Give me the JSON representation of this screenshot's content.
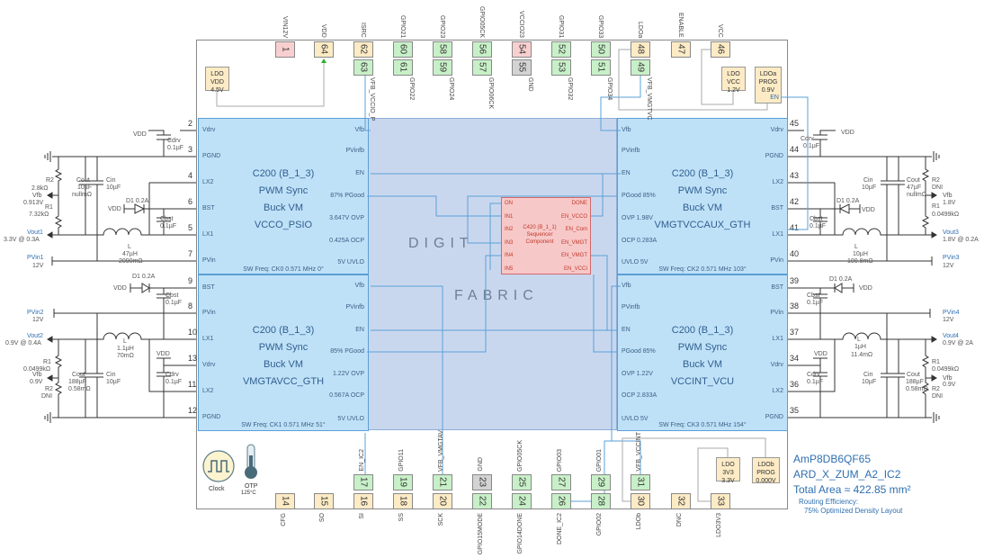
{
  "colors": {
    "power_pin": "#f8cfcf",
    "config_pin": "#fcebc5",
    "io_pin": "#c8f0c8",
    "ground_pin": "#d3d3d3",
    "block": "#bfe1f8",
    "fabric": "#c9d7ee",
    "sequencer": "#f7c8c8",
    "wire": "#5aa0d8",
    "accent": "#2f6fb0"
  },
  "top_pins_row1": [
    {
      "num": "1",
      "label": "VIN12V",
      "type": "power_pin"
    },
    {
      "num": "64",
      "label": "VDD",
      "type": "config_pin"
    },
    {
      "num": "62",
      "label": "ISRC",
      "type": "config_pin"
    },
    {
      "num": "60",
      "label": "GPIO21",
      "type": "io_pin"
    },
    {
      "num": "58",
      "label": "GPIO23",
      "type": "io_pin"
    },
    {
      "num": "56",
      "label": "GPIO05CK",
      "type": "io_pin"
    },
    {
      "num": "54",
      "label": "VCCIO23",
      "type": "power_pin"
    },
    {
      "num": "52",
      "label": "GPIO31",
      "type": "io_pin"
    },
    {
      "num": "50",
      "label": "GPIO33",
      "type": "io_pin"
    },
    {
      "num": "48",
      "label": "LDOa",
      "type": "config_pin"
    },
    {
      "num": "47",
      "label": "ENABLE",
      "type": "config_pin"
    },
    {
      "num": "46",
      "label": "VCC",
      "type": "config_pin"
    }
  ],
  "top_pins_row2": [
    {
      "num": "63",
      "label": "VFB_VCCIO_P",
      "type": "io_pin"
    },
    {
      "num": "61",
      "label": "GPIO22",
      "type": "io_pin"
    },
    {
      "num": "59",
      "label": "GPIO24",
      "type": "io_pin"
    },
    {
      "num": "57",
      "label": "GPIO06CK",
      "type": "io_pin"
    },
    {
      "num": "55",
      "label": "GND",
      "type": "ground_pin"
    },
    {
      "num": "53",
      "label": "GPIO32",
      "type": "io_pin"
    },
    {
      "num": "51",
      "label": "GPIO34",
      "type": "io_pin"
    },
    {
      "num": "49",
      "label": "VFB_VMGTVC",
      "type": "io_pin"
    }
  ],
  "bottom_pins_row1": [
    {
      "num": "17",
      "label": "EN_IC2",
      "type": "io_pin"
    },
    {
      "num": "19",
      "label": "GPIO11",
      "type": "io_pin"
    },
    {
      "num": "21",
      "label": "VFB_VMGTAV",
      "type": "io_pin"
    },
    {
      "num": "23",
      "label": "GND",
      "type": "ground_pin"
    },
    {
      "num": "25",
      "label": "GPIO05CK",
      "type": "io_pin"
    },
    {
      "num": "27",
      "label": "GPIO03",
      "type": "io_pin"
    },
    {
      "num": "29",
      "label": "GPIO01",
      "type": "io_pin"
    },
    {
      "num": "31",
      "label": "VFB_VCCINT",
      "type": "io_pin"
    }
  ],
  "bottom_pins_row2": [
    {
      "num": "14",
      "label": "CFG",
      "type": "config_pin"
    },
    {
      "num": "15",
      "label": "SO",
      "type": "config_pin"
    },
    {
      "num": "16",
      "label": "SI",
      "type": "config_pin"
    },
    {
      "num": "18",
      "label": "SS",
      "type": "config_pin"
    },
    {
      "num": "20",
      "label": "SCK",
      "type": "config_pin"
    },
    {
      "num": "22",
      "label": "GPIO15MODE",
      "type": "io_pin"
    },
    {
      "num": "24",
      "label": "GPIO14DONE",
      "type": "io_pin"
    },
    {
      "num": "26",
      "label": "DONE_IC2",
      "type": "io_pin"
    },
    {
      "num": "28",
      "label": "GPIO02",
      "type": "io_pin"
    },
    {
      "num": "30",
      "label": "LDOb",
      "type": "config_pin"
    },
    {
      "num": "32",
      "label": "DNC",
      "type": "config_pin"
    },
    {
      "num": "33",
      "label": "LDO3V3",
      "type": "config_pin"
    }
  ],
  "blocks": [
    {
      "title": [
        "C200 (B_1_3)",
        "PWM Sync",
        "Buck VM",
        "VCCO_PSIO"
      ],
      "outer_pins": [
        [
          "2",
          "Vdrv"
        ],
        [
          "3",
          "PGND"
        ],
        [
          "4",
          "LX2"
        ],
        [
          "6",
          "BST"
        ],
        [
          "5",
          "LX1"
        ],
        [
          "7",
          "PVin"
        ]
      ],
      "inner_pins": [
        "Vfb",
        "PVinfb",
        "EN",
        "87% PGood",
        "3.647V OVP",
        "0.425A OCP",
        "5V UVLO"
      ],
      "sw_freq": "SW Freq: CK0 0.571 MHz 0°"
    },
    {
      "title": [
        "C200 (B_1_3)",
        "PWM Sync",
        "Buck VM",
        "VMGTAVCC_GTH"
      ],
      "outer_pins": [
        [
          "9",
          "BST"
        ],
        [
          "8",
          "PVin"
        ],
        [
          "10",
          "LX1"
        ],
        [
          "13",
          "Vdrv"
        ],
        [
          "11",
          "LX2"
        ],
        [
          "12",
          "PGND"
        ]
      ],
      "inner_pins": [
        "Vfb",
        "PVinfb",
        "EN",
        "85% PGood",
        "1.22V OVP",
        "0.567A OCP",
        "5V UVLO"
      ],
      "sw_freq": "SW Freq: CK1 0.571 MHz 51°"
    },
    {
      "title": [
        "C200 (B_1_3)",
        "PWM Sync",
        "Buck VM",
        "VMGTVCCAUX_GTH"
      ],
      "outer_pins": [
        [
          "45",
          "Vdrv"
        ],
        [
          "44",
          "PGND"
        ],
        [
          "43",
          "LX2"
        ],
        [
          "42",
          "BST"
        ],
        [
          "41",
          "LX1"
        ],
        [
          "40",
          "PVin"
        ]
      ],
      "inner_pins": [
        "Vfb",
        "PVinfb",
        "EN",
        "PGood 85%",
        "OVP 1.98V",
        "OCP 0.283A",
        "UVLO 5V"
      ],
      "sw_freq": "SW Freq: CK2 0.571 MHz 103°"
    },
    {
      "title": [
        "C200 (B_1_3)",
        "PWM Sync",
        "Buck VM",
        "VCCINT_VCU"
      ],
      "outer_pins": [
        [
          "39",
          "BST"
        ],
        [
          "38",
          "PVin"
        ],
        [
          "37",
          "LX1"
        ],
        [
          "34",
          "Vdrv"
        ],
        [
          "36",
          "LX2"
        ],
        [
          "35",
          "PGND"
        ]
      ],
      "inner_pins": [
        "Vfb",
        "PVinfb",
        "EN",
        "PGood 85%",
        "OVP 1.22V",
        "OCP 2.833A",
        "UVLO 5V"
      ],
      "sw_freq": "SW Freq: CK3 0.571 MHz 154°"
    }
  ],
  "fabric": {
    "word1": "DIGIT",
    "word2": "FABRIC"
  },
  "sequencer": {
    "title": [
      "C420 (B_1_1)",
      "Sequencer",
      "Component"
    ],
    "inputs": [
      "ON",
      "IN1",
      "IN2",
      "IN3",
      "IN4",
      "IN5"
    ],
    "outputs": [
      "DONE",
      "EN_VCCO",
      "EN_Com",
      "EN_VMGT",
      "EN_VMGT",
      "EN_VCCI"
    ]
  },
  "ldos": {
    "vdd": [
      "LDO",
      "VDD",
      "4.5V"
    ],
    "vcc": [
      "LDO",
      "VCC",
      "1.2V"
    ],
    "ldoa": [
      "LDOa",
      "PROG",
      "0.9V"
    ],
    "ldoa_en": "EN",
    "v3v3": [
      "LDO",
      "3V3",
      "3.3V"
    ],
    "ldob": [
      "LDOb",
      "PROG",
      "0.000V"
    ]
  },
  "clock": {
    "label": "Clock",
    "icon": "square-wave-icon"
  },
  "otp": {
    "label": "OTP",
    "temp": "125°C",
    "icon": "thermometer-icon"
  },
  "info": {
    "part": "AmP8DB6QF65",
    "design": "ARD_X_ZUM_A2_IC2",
    "area": "Total Area ≈ 422.85 mm²",
    "routing_label": "Routing Efficiency:",
    "routing_value": "75% Optimized Density Layout"
  },
  "external": {
    "q1": [
      "VDD",
      "Cdrv",
      "0.1µF",
      "R2",
      "2.8kΩ",
      "Cout",
      "10µF",
      "nullmΩ",
      "Cin",
      "10µF",
      "Vfb",
      "0.913V",
      "R1",
      "7.32kΩ",
      "VDD",
      "D1 0.2A",
      "Cbst",
      "0.1µF",
      "Vout1",
      "3.3V @ 0.3A",
      "L",
      "47µH",
      "2090mΩ",
      "PVin1",
      "12V"
    ],
    "q2": [
      "D1 0.2A",
      "VDD",
      "Cbst",
      "0.1µF",
      "PVin2",
      "12V",
      "Vout2",
      "0.9V @ 0.4A",
      "L",
      "1.1µH",
      "70mΩ",
      "R1",
      "0.0499kΩ",
      "VDD",
      "Cout",
      "188µF",
      "0.58mΩ",
      "Cin",
      "10µF",
      "Vfb",
      "0.9V",
      "Cdrv",
      "0.1µF",
      "R2",
      "DNI"
    ],
    "q3": [
      "VDD",
      "Cdrv",
      "0.1µF",
      "Cin",
      "10µF",
      "Cout",
      "47µF",
      "nullmΩ",
      "R2",
      "DNI",
      "Vfb",
      "1.8V",
      "R1",
      "0.0499kΩ",
      "D1 0.2A",
      "VDD",
      "Cbst",
      "0.1µF",
      "Vout3",
      "1.8V @ 0.2A",
      "L",
      "10µH",
      "100.8mΩ",
      "PVin3",
      "12V"
    ],
    "q4": [
      "D1 0.2A",
      "VDD",
      "Cbst",
      "0.1µF",
      "PVin4",
      "12V",
      "Vout4",
      "0.9V @ 2A",
      "L",
      "1µH",
      "11.4mΩ",
      "VDD",
      "R1",
      "0.0499kΩ",
      "Cdrv",
      "0.1µF",
      "Cin",
      "10µF",
      "Cout",
      "188µF",
      "0.58mΩ",
      "Vfb",
      "0.9V",
      "R2",
      "DNI"
    ]
  }
}
